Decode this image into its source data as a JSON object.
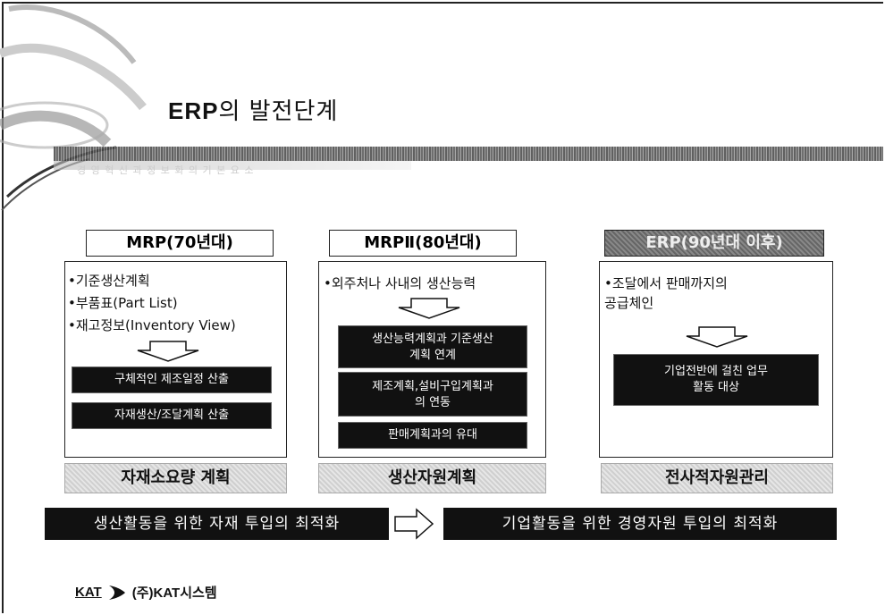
{
  "slide": {
    "title_bold": "ERP",
    "title_rest": "의 발전단계",
    "subtitle": "경 영 혁 신 과 정 보 화 의 기 본 요 소"
  },
  "columns": [
    {
      "header": "MRP(70년대)",
      "bullets": [
        "•기준생산계획",
        "•부품표(Part List)",
        "•재고정보(Inventory View)"
      ],
      "dark_boxes": [
        "구체적인 제조일정 산출",
        "자재생산/조달계획 산출"
      ],
      "footer": "자재소요량 계획"
    },
    {
      "header": "MRPⅡ(80년대)",
      "bullets": [
        "•외주처나 사내의 생산능력"
      ],
      "dark_boxes": [
        "생산능력계획과 기준생산\n계획 연계",
        "제조계획,설비구입계획과\n의 연동",
        "판매계획과의 유대"
      ],
      "footer": "생산자원계획"
    },
    {
      "header": "ERP(90년대 이후)",
      "bullets": [
        "•조달에서 판매까지의",
        " 공급체인"
      ],
      "dark_boxes": [
        "기업전반에 걸친 업무\n활동 대상"
      ],
      "footer": "전사적자원관리"
    }
  ],
  "banners": {
    "left": "생산활동을 위한 자재 투입의 최적화",
    "right": "기업활동을 위한 경영자원 투입의 최적화"
  },
  "logo": {
    "brand": "KAT",
    "company": "(주)KAT시스템"
  }
}
